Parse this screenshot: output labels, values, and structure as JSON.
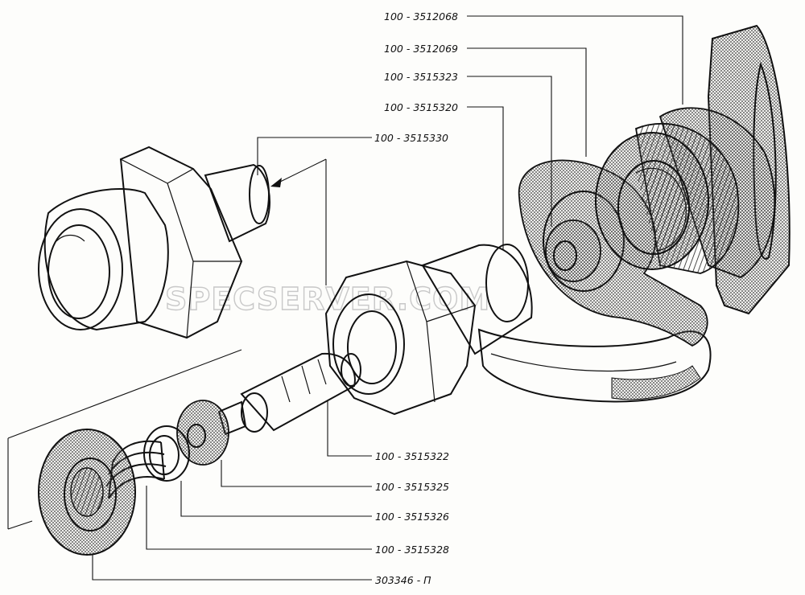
{
  "watermark": "SPECSERVER.COM",
  "callouts": [
    {
      "id": "c1",
      "text": "100 - 3512068"
    },
    {
      "id": "c2",
      "text": "100 - 3512069"
    },
    {
      "id": "c3",
      "text": "100 - 3515323"
    },
    {
      "id": "c4",
      "text": "100 - 3515320"
    },
    {
      "id": "c5",
      "text": "100 - 3515330"
    },
    {
      "id": "c6",
      "text": "100 - 3515322"
    },
    {
      "id": "c7",
      "text": "100 - 3515325"
    },
    {
      "id": "c8",
      "text": "100 - 3515326"
    },
    {
      "id": "c9",
      "text": "100 - 3515328"
    },
    {
      "id": "c10",
      "text": "303346 - П"
    }
  ],
  "colors": {
    "ink": "#111111",
    "hatch": "#444444",
    "paper": "#fdfdfb",
    "watermark": "#c8c8c8"
  }
}
